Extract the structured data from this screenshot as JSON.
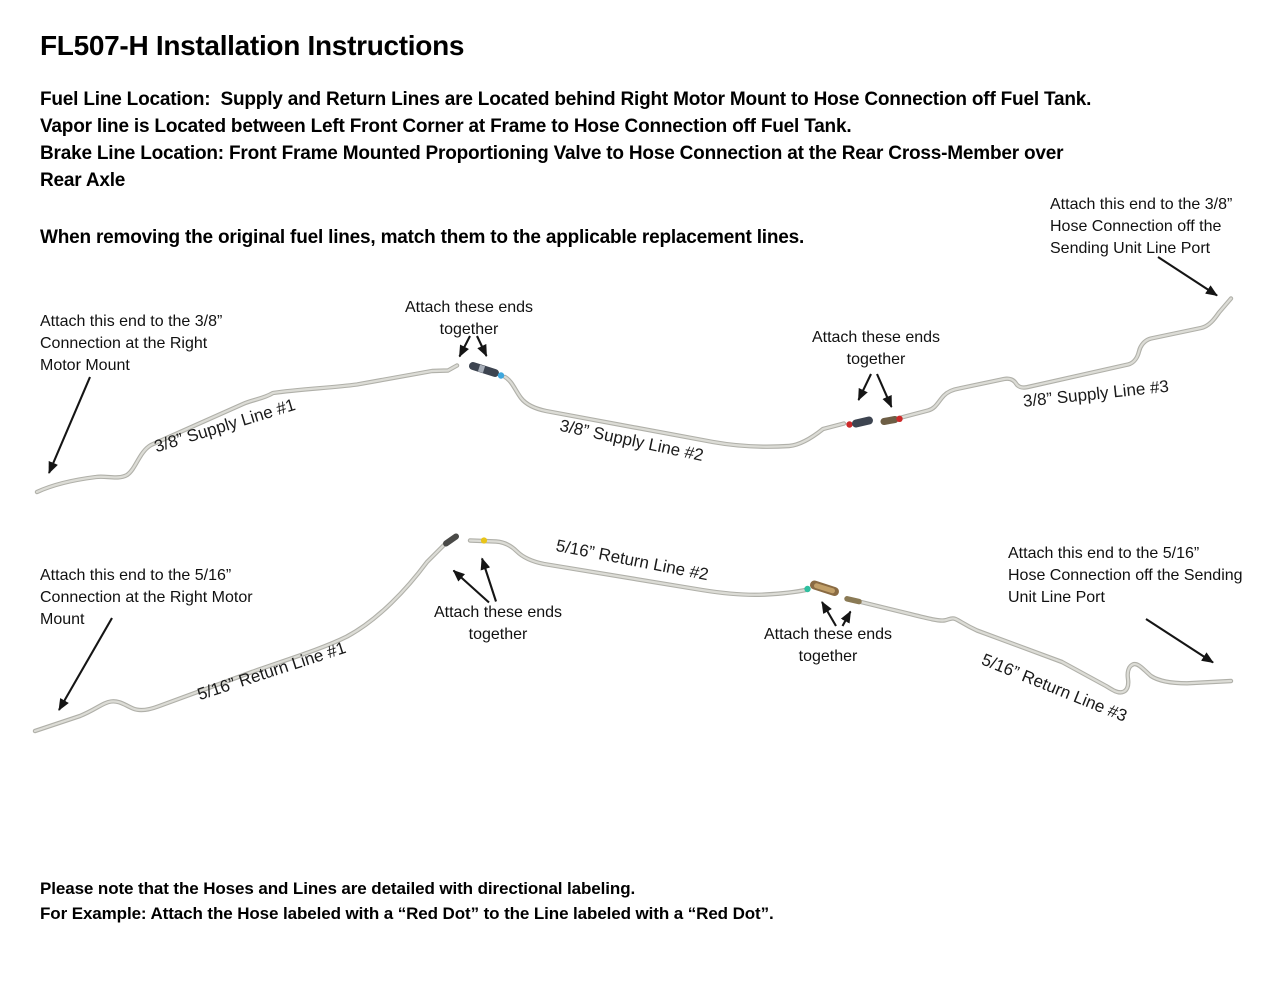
{
  "page": {
    "title": "FL507-H Installation Instructions",
    "intro": "Fuel Line Location:  Supply and Return Lines are Located behind Right Motor Mount to Hose Connection off Fuel Tank.\nVapor line is Located between Left Front Corner at Frame to Hose Connection off Fuel Tank.\nBrake Line Location: Front Frame Mounted Proportioning Valve to Hose Connection at the Rear Cross-Member over\nRear Axle",
    "removal_note": "When removing the original fuel lines, match them to the applicable replacement lines.",
    "footer_note": "Please note that the Hoses and Lines are detailed with directional labeling.\nFor Example: Attach the Hose labeled with a “Red Dot” to the Line labeled with a “Red Dot”."
  },
  "supply_diagram": {
    "line1_label": "3/8” Supply Line #1",
    "line2_label": "3/8” Supply Line #2",
    "line3_label": "3/8” Supply Line #3",
    "annot_left": "Attach this end to the 3/8”\nConnection at the Right\nMotor Mount",
    "annot_join1": "Attach these ends\ntogether",
    "annot_join2": "Attach these ends\ntogether",
    "annot_right": "Attach this end to the 3/8”\nHose Connection off the\nSending Unit Line Port",
    "join1_dot_color": "#3fa7dd",
    "join2_dot_color": "#cc2a2a"
  },
  "return_diagram": {
    "line1_label": "5/16” Return Line #1",
    "line2_label": "5/16” Return Line #2",
    "line3_label": "5/16” Return Line #3",
    "annot_left": "Attach this end to the 5/16”\nConnection at the Right Motor\nMount",
    "annot_join1": "Attach these ends\ntogether",
    "annot_join2": "Attach these ends\ntogether",
    "annot_right": "Attach this end to the 5/16”\nHose Connection off the Sending\nUnit Line Port",
    "join1_dot_color": "#e8c418",
    "join2_dot_color": "#2fbfa0"
  },
  "colors": {
    "tube": "#c6c6c0",
    "connector_dark": "#3d4450",
    "connector_brass": "#a8875a",
    "arrow": "#151515",
    "text": "#000000"
  }
}
